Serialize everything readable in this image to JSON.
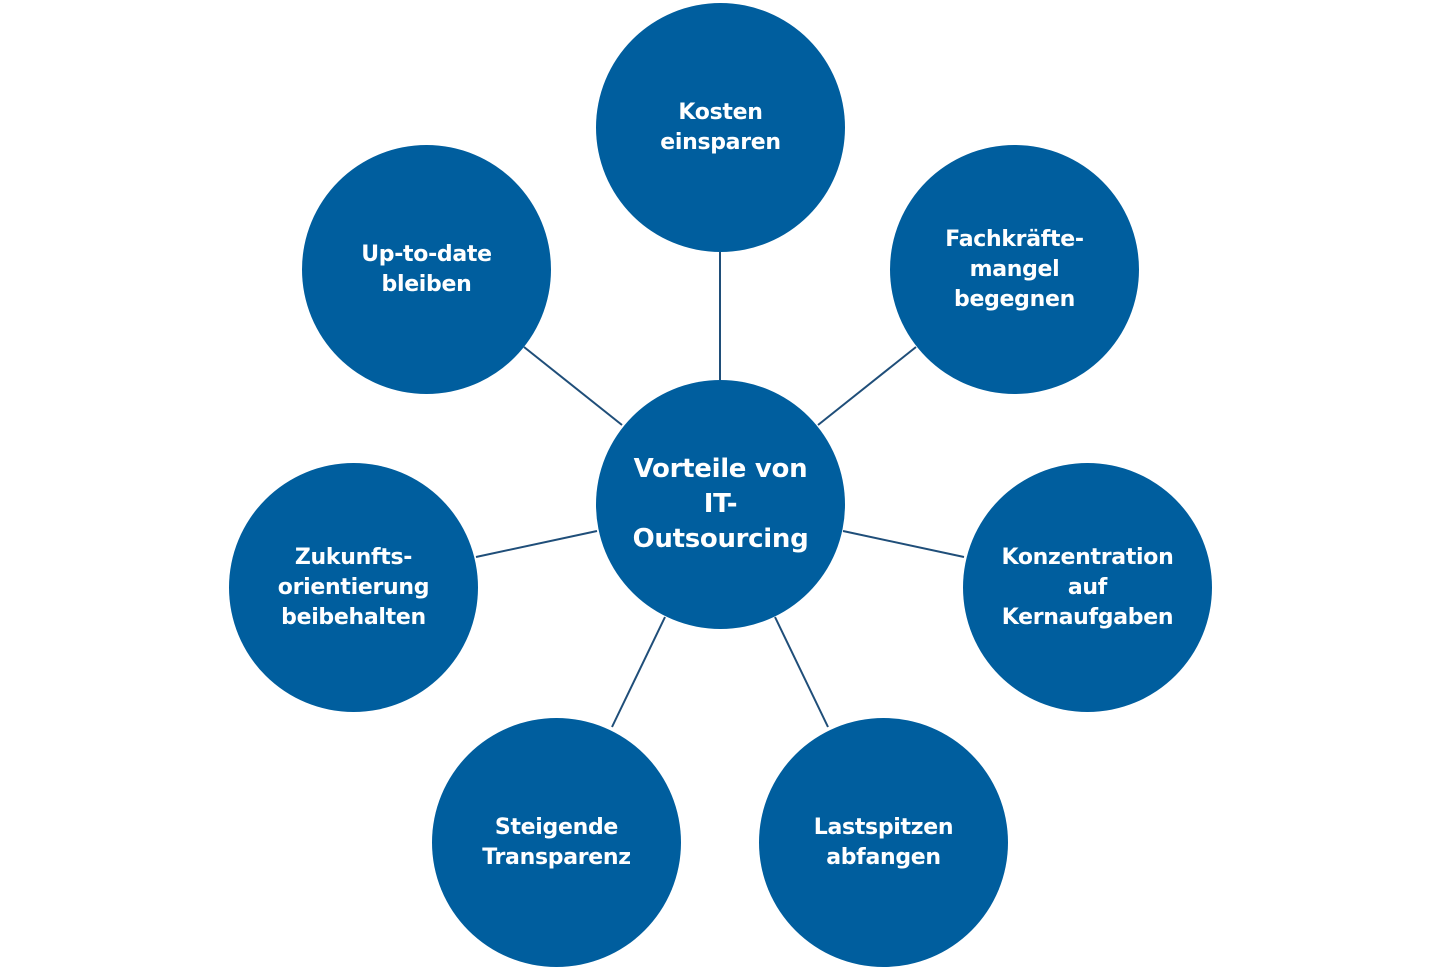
{
  "colors": {
    "node_fill": "#005e9e",
    "link_stroke": "#1f4e79",
    "text": "#ffffff"
  },
  "diagram": {
    "center": "Vorteile von\nIT-\nOutsourcing",
    "nodes": {
      "kosten": "Kosten\neinsparen",
      "fachkraefte": "Fachkräfte-\nmangel\nbegegnen",
      "konzentration": "Konzentration\nauf\nKernaufgaben",
      "lastspitzen": "Lastspitzen\nabfangen",
      "transparenz": "Steigende\nTransparenz",
      "zukunft": "Zukunfts-\norientierung\nbeibehalten",
      "uptodate": "Up-to-date\nbleiben"
    }
  }
}
